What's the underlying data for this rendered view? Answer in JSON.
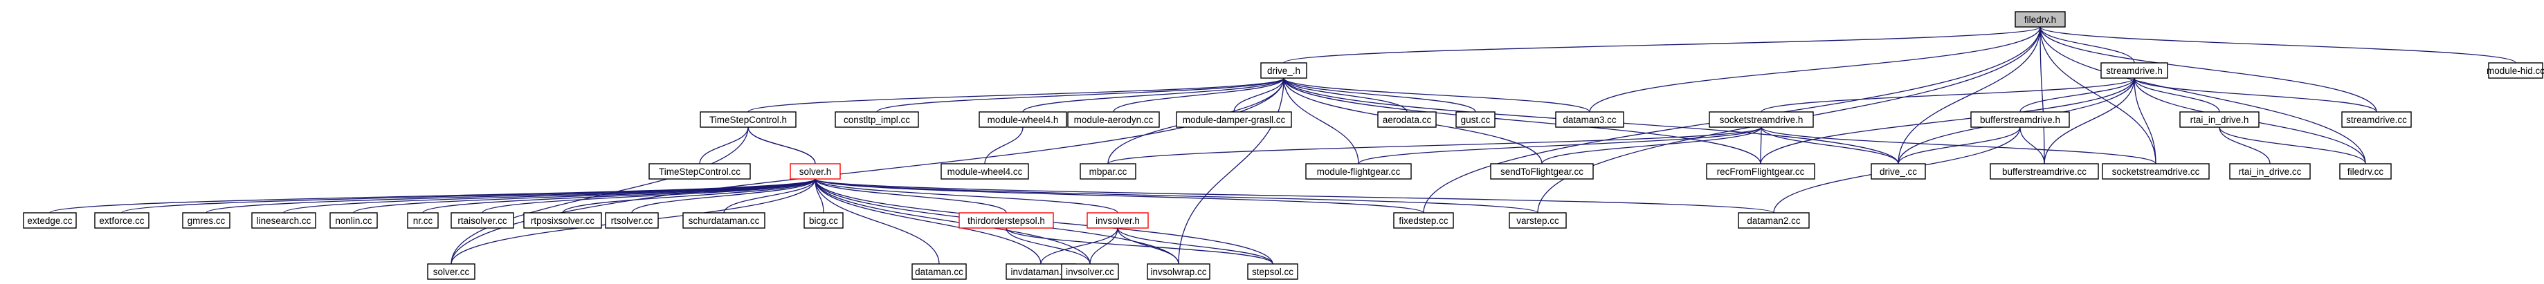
{
  "graph": {
    "title": "filedrv.h",
    "colors": {
      "edge": "#191970",
      "node_border": "#000000",
      "root_fill": "#bfbfbf",
      "flagged_border": "#ff0000",
      "background": "#ffffff"
    },
    "nodes": [
      {
        "id": "filedrv_h",
        "label": "filedrv.h"
      },
      {
        "id": "drive_h",
        "label": "drive_.h"
      },
      {
        "id": "streamdrive_h",
        "label": "streamdrive.h"
      },
      {
        "id": "module_hid",
        "label": "module-hid.cc"
      },
      {
        "id": "timestep_h",
        "label": "TimeStepControl.h"
      },
      {
        "id": "constltp",
        "label": "constltp_impl.cc"
      },
      {
        "id": "mw4_h",
        "label": "module-wheel4.h"
      },
      {
        "id": "aerodyn",
        "label": "module-aerodyn.cc"
      },
      {
        "id": "damper",
        "label": "module-damper-grasll.cc"
      },
      {
        "id": "aerodata",
        "label": "aerodata.cc"
      },
      {
        "id": "gust",
        "label": "gust.cc"
      },
      {
        "id": "dataman3",
        "label": "dataman3.cc"
      },
      {
        "id": "socketstream_h",
        "label": "socketstreamdrive.h"
      },
      {
        "id": "bufferstream_h",
        "label": "bufferstreamdrive.h"
      },
      {
        "id": "rtai_h",
        "label": "rtai_in_drive.h"
      },
      {
        "id": "streamdrive_cc",
        "label": "streamdrive.cc"
      },
      {
        "id": "timestep_cc",
        "label": "TimeStepControl.cc"
      },
      {
        "id": "solver_h",
        "label": "solver.h"
      },
      {
        "id": "mw4_cc",
        "label": "module-wheel4.cc"
      },
      {
        "id": "mbpar",
        "label": "mbpar.cc"
      },
      {
        "id": "flightgear",
        "label": "module-flightgear.cc"
      },
      {
        "id": "sendfg",
        "label": "sendToFlightgear.cc"
      },
      {
        "id": "recfg",
        "label": "recFromFlightgear.cc"
      },
      {
        "id": "drive_cc",
        "label": "drive_.cc"
      },
      {
        "id": "bufferstream_cc",
        "label": "bufferstreamdrive.cc"
      },
      {
        "id": "socketstream_cc",
        "label": "socketstreamdrive.cc"
      },
      {
        "id": "rtai_cc",
        "label": "rtai_in_drive.cc"
      },
      {
        "id": "filedrv_cc",
        "label": "filedrv.cc"
      },
      {
        "id": "extedge",
        "label": "extedge.cc"
      },
      {
        "id": "extforce",
        "label": "extforce.cc"
      },
      {
        "id": "gmres",
        "label": "gmres.cc"
      },
      {
        "id": "linesearch",
        "label": "linesearch.cc"
      },
      {
        "id": "nonlin",
        "label": "nonlin.cc"
      },
      {
        "id": "nr",
        "label": "nr.cc"
      },
      {
        "id": "rtaisolver",
        "label": "rtaisolver.cc"
      },
      {
        "id": "rtposix",
        "label": "rtposixsolver.cc"
      },
      {
        "id": "rtsolver",
        "label": "rtsolver.cc"
      },
      {
        "id": "schurdataman",
        "label": "schurdataman.cc"
      },
      {
        "id": "bicg",
        "label": "bicg.cc"
      },
      {
        "id": "thirdorder_h",
        "label": "thirdorderstepsol.h"
      },
      {
        "id": "invsolver_h",
        "label": "invsolver.h"
      },
      {
        "id": "fixedstep",
        "label": "fixedstep.cc"
      },
      {
        "id": "varstep",
        "label": "varstep.cc"
      },
      {
        "id": "dataman2",
        "label": "dataman2.cc"
      },
      {
        "id": "solver_cc",
        "label": "solver.cc"
      },
      {
        "id": "dataman",
        "label": "dataman.cc"
      },
      {
        "id": "invdataman",
        "label": "invdataman.cc"
      },
      {
        "id": "invsolver_cc",
        "label": "invsolver.cc"
      },
      {
        "id": "invsolwrap",
        "label": "invsolwrap.cc"
      },
      {
        "id": "stepsol",
        "label": "stepsol.cc"
      }
    ],
    "edges": [
      [
        "filedrv_h",
        "drive_h"
      ],
      [
        "filedrv_h",
        "streamdrive_h"
      ],
      [
        "filedrv_h",
        "module_hid"
      ],
      [
        "filedrv_h",
        "dataman3"
      ],
      [
        "filedrv_h",
        "drive_cc"
      ],
      [
        "filedrv_h",
        "bufferstream_cc"
      ],
      [
        "filedrv_h",
        "socketstream_cc"
      ],
      [
        "filedrv_h",
        "streamdrive_cc"
      ],
      [
        "filedrv_h",
        "filedrv_cc"
      ],
      [
        "filedrv_h",
        "fixedstep"
      ],
      [
        "filedrv_h",
        "varstep"
      ],
      [
        "drive_h",
        "timestep_h"
      ],
      [
        "drive_h",
        "constltp"
      ],
      [
        "drive_h",
        "mw4_h"
      ],
      [
        "drive_h",
        "aerodyn"
      ],
      [
        "drive_h",
        "damper"
      ],
      [
        "drive_h",
        "aerodata"
      ],
      [
        "drive_h",
        "gust"
      ],
      [
        "drive_h",
        "dataman3"
      ],
      [
        "drive_h",
        "mbpar"
      ],
      [
        "drive_h",
        "flightgear"
      ],
      [
        "drive_h",
        "sendfg"
      ],
      [
        "drive_h",
        "recfg"
      ],
      [
        "drive_h",
        "drive_cc"
      ],
      [
        "drive_h",
        "solver_cc"
      ],
      [
        "drive_h",
        "invsolwrap"
      ],
      [
        "streamdrive_h",
        "socketstream_h"
      ],
      [
        "streamdrive_h",
        "bufferstream_h"
      ],
      [
        "streamdrive_h",
        "rtai_h"
      ],
      [
        "streamdrive_h",
        "streamdrive_cc"
      ],
      [
        "streamdrive_h",
        "drive_cc"
      ],
      [
        "streamdrive_h",
        "bufferstream_cc"
      ],
      [
        "streamdrive_h",
        "socketstream_cc"
      ],
      [
        "streamdrive_h",
        "filedrv_cc"
      ],
      [
        "streamdrive_h",
        "recfg"
      ],
      [
        "timestep_h",
        "timestep_cc"
      ],
      [
        "timestep_h",
        "solver_h"
      ],
      [
        "timestep_h",
        "solver_cc"
      ],
      [
        "mw4_h",
        "mw4_cc"
      ],
      [
        "socketstream_h",
        "mbpar"
      ],
      [
        "socketstream_h",
        "flightgear"
      ],
      [
        "socketstream_h",
        "sendfg"
      ],
      [
        "socketstream_h",
        "recfg"
      ],
      [
        "socketstream_h",
        "drive_cc"
      ],
      [
        "socketstream_h",
        "socketstream_cc"
      ],
      [
        "bufferstream_h",
        "drive_cc"
      ],
      [
        "bufferstream_h",
        "bufferstream_cc"
      ],
      [
        "bufferstream_h",
        "dataman2"
      ],
      [
        "rtai_h",
        "rtai_cc"
      ],
      [
        "rtai_h",
        "filedrv_cc"
      ],
      [
        "solver_h",
        "timestep_h"
      ],
      [
        "solver_h",
        "extedge"
      ],
      [
        "solver_h",
        "extforce"
      ],
      [
        "solver_h",
        "gmres"
      ],
      [
        "solver_h",
        "linesearch"
      ],
      [
        "solver_h",
        "nonlin"
      ],
      [
        "solver_h",
        "nr"
      ],
      [
        "solver_h",
        "rtaisolver"
      ],
      [
        "solver_h",
        "rtposix"
      ],
      [
        "solver_h",
        "rtsolver"
      ],
      [
        "solver_h",
        "schurdataman"
      ],
      [
        "solver_h",
        "bicg"
      ],
      [
        "solver_h",
        "thirdorder_h"
      ],
      [
        "solver_h",
        "invsolver_h"
      ],
      [
        "solver_h",
        "fixedstep"
      ],
      [
        "solver_h",
        "varstep"
      ],
      [
        "solver_h",
        "dataman2"
      ],
      [
        "solver_h",
        "solver_cc"
      ],
      [
        "solver_h",
        "dataman"
      ],
      [
        "solver_h",
        "invdataman"
      ],
      [
        "solver_h",
        "invsolver_cc"
      ],
      [
        "solver_h",
        "invsolwrap"
      ],
      [
        "solver_h",
        "stepsol"
      ],
      [
        "thirdorder_h",
        "invsolver_cc"
      ],
      [
        "thirdorder_h",
        "stepsol"
      ],
      [
        "invsolver_h",
        "invdataman"
      ],
      [
        "invsolver_h",
        "invsolver_cc"
      ],
      [
        "invsolver_h",
        "invsolwrap"
      ],
      [
        "invsolver_h",
        "stepsol"
      ]
    ]
  }
}
